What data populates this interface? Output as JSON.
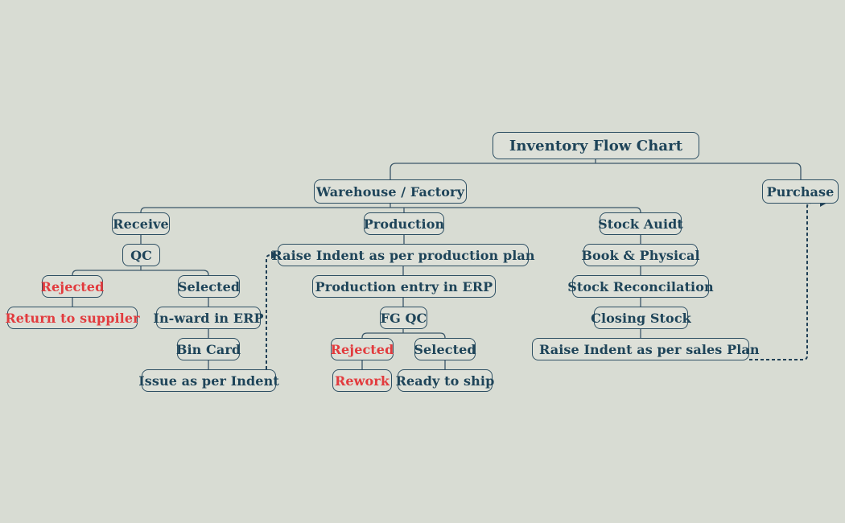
{
  "title": "Inventory Flow Chart",
  "colors": {
    "background": "#d8dcd3",
    "box_fill": "#dde0d8",
    "border": "#2d4f63",
    "text": "#1e4459",
    "rejected": "#e23b3e",
    "line": "#3a5668",
    "dashed": "#1f3f55"
  },
  "nodes": {
    "title": {
      "label": "Inventory Flow Chart"
    },
    "warehouse": {
      "label": "Warehouse / Factory"
    },
    "purchase": {
      "label": "Purchase"
    },
    "receive": {
      "label": "Receive"
    },
    "production": {
      "label": "Production"
    },
    "stock_audit": {
      "label": "Stock Auidt"
    },
    "qc": {
      "label": "QC"
    },
    "rejected_qc": {
      "label": "Rejected",
      "color": "#e23b3e"
    },
    "selected_qc": {
      "label": "Selected"
    },
    "return_supplier": {
      "label": "Return to suppiler",
      "color": "#e23b3e"
    },
    "inward_erp": {
      "label": "In-ward in ERP"
    },
    "bin_card": {
      "label": "Bin Card"
    },
    "issue_indent": {
      "label": "Issue as per Indent"
    },
    "raise_production": {
      "label": "Raise Indent as per production plan"
    },
    "production_entry": {
      "label": "Production entry in ERP"
    },
    "fg_qc": {
      "label": "FG QC"
    },
    "rejected_fg": {
      "label": "Rejected",
      "color": "#e23b3e"
    },
    "selected_fg": {
      "label": "Selected"
    },
    "rework": {
      "label": "Rework",
      "color": "#e23b3e"
    },
    "ready_ship": {
      "label": "Ready to ship"
    },
    "book_physical": {
      "label": "Book & Physical"
    },
    "stock_reconciliation": {
      "label": "Stock Reconcilation"
    },
    "closing_stock": {
      "label": "Closing Stock"
    },
    "raise_sales": {
      "label": "Raise Indent as per sales Plan"
    }
  },
  "edges": {
    "solid": [
      [
        "title",
        "warehouse"
      ],
      [
        "title",
        "purchase"
      ],
      [
        "warehouse",
        "receive"
      ],
      [
        "warehouse",
        "production"
      ],
      [
        "warehouse",
        "stock_audit"
      ],
      [
        "receive",
        "qc"
      ],
      [
        "qc",
        "rejected_qc"
      ],
      [
        "qc",
        "selected_qc"
      ],
      [
        "rejected_qc",
        "return_supplier"
      ],
      [
        "selected_qc",
        "inward_erp"
      ],
      [
        "inward_erp",
        "bin_card"
      ],
      [
        "bin_card",
        "issue_indent"
      ],
      [
        "production",
        "raise_production"
      ],
      [
        "raise_production",
        "production_entry"
      ],
      [
        "production_entry",
        "fg_qc"
      ],
      [
        "fg_qc",
        "rejected_fg"
      ],
      [
        "fg_qc",
        "selected_fg"
      ],
      [
        "rejected_fg",
        "rework"
      ],
      [
        "selected_fg",
        "ready_ship"
      ],
      [
        "stock_audit",
        "book_physical"
      ],
      [
        "book_physical",
        "stock_reconciliation"
      ],
      [
        "stock_reconciliation",
        "closing_stock"
      ],
      [
        "closing_stock",
        "raise_sales"
      ]
    ],
    "dashed": [
      {
        "from": "issue_indent",
        "to": "raise_production"
      },
      {
        "from": "raise_sales",
        "to": "purchase"
      }
    ]
  }
}
